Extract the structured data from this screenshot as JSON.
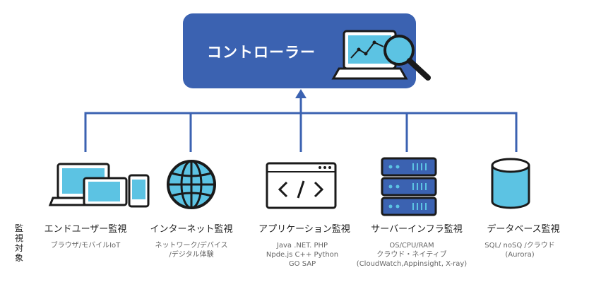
{
  "controller": {
    "label": "コントローラー"
  },
  "side_label": [
    "監",
    "視",
    "対",
    "象"
  ],
  "colors": {
    "primary": "#3b62b1",
    "accent": "#5cc3e3",
    "stroke": "#1a1a1a"
  },
  "nodes": [
    {
      "icon": "devices-icon",
      "title": "エンドユーザー監視",
      "subtitle": "ブラウザ/モバイルIoT"
    },
    {
      "icon": "globe-icon",
      "title": "インターネット監視",
      "subtitle": "ネットワーク/デバイス\n/デジタル体験"
    },
    {
      "icon": "code-window-icon",
      "title": "アプリケーション監視",
      "subtitle": "Java .NET. PHP\nNpde.js C++ Python\nGO SAP"
    },
    {
      "icon": "server-icon",
      "title": "サーバーインフラ監視",
      "subtitle": "OS/CPU/RAM\nクラウド・ネイティブ\n(CloudWatch,Appinsight, X-ray)"
    },
    {
      "icon": "database-icon",
      "title": "データベース監視",
      "subtitle": "SQL/ noSQ /クラウド\n(Aurora)"
    }
  ]
}
